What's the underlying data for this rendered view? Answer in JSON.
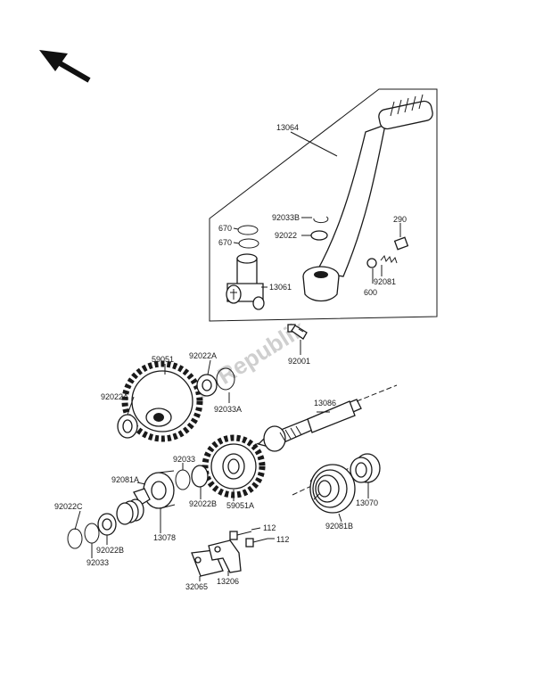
{
  "watermark": "Parts Republik",
  "labels": {
    "l13064": "13064",
    "l92033b": "92033B",
    "l92022": "92022",
    "l670a": "670",
    "l670b": "670",
    "l290": "290",
    "l13061": "13061",
    "l92081": "92081",
    "l600": "600",
    "l92001": "92001",
    "l59051": "59051",
    "l92022a_top": "92022A",
    "l92022a_left": "92022A",
    "l92033a": "92033A",
    "l13086": "13086",
    "l92033_mid": "92033",
    "l92081a": "92081A",
    "l92022b_mid": "92022B",
    "l59051a": "59051A",
    "l92022c": "92022C",
    "l13078": "13078",
    "l92022b_low": "92022B",
    "l92033_low": "92033",
    "l112a": "112",
    "l112b": "112",
    "l92081b": "92081B",
    "l13070": "13070",
    "l32065": "32065",
    "l13206": "13206"
  }
}
